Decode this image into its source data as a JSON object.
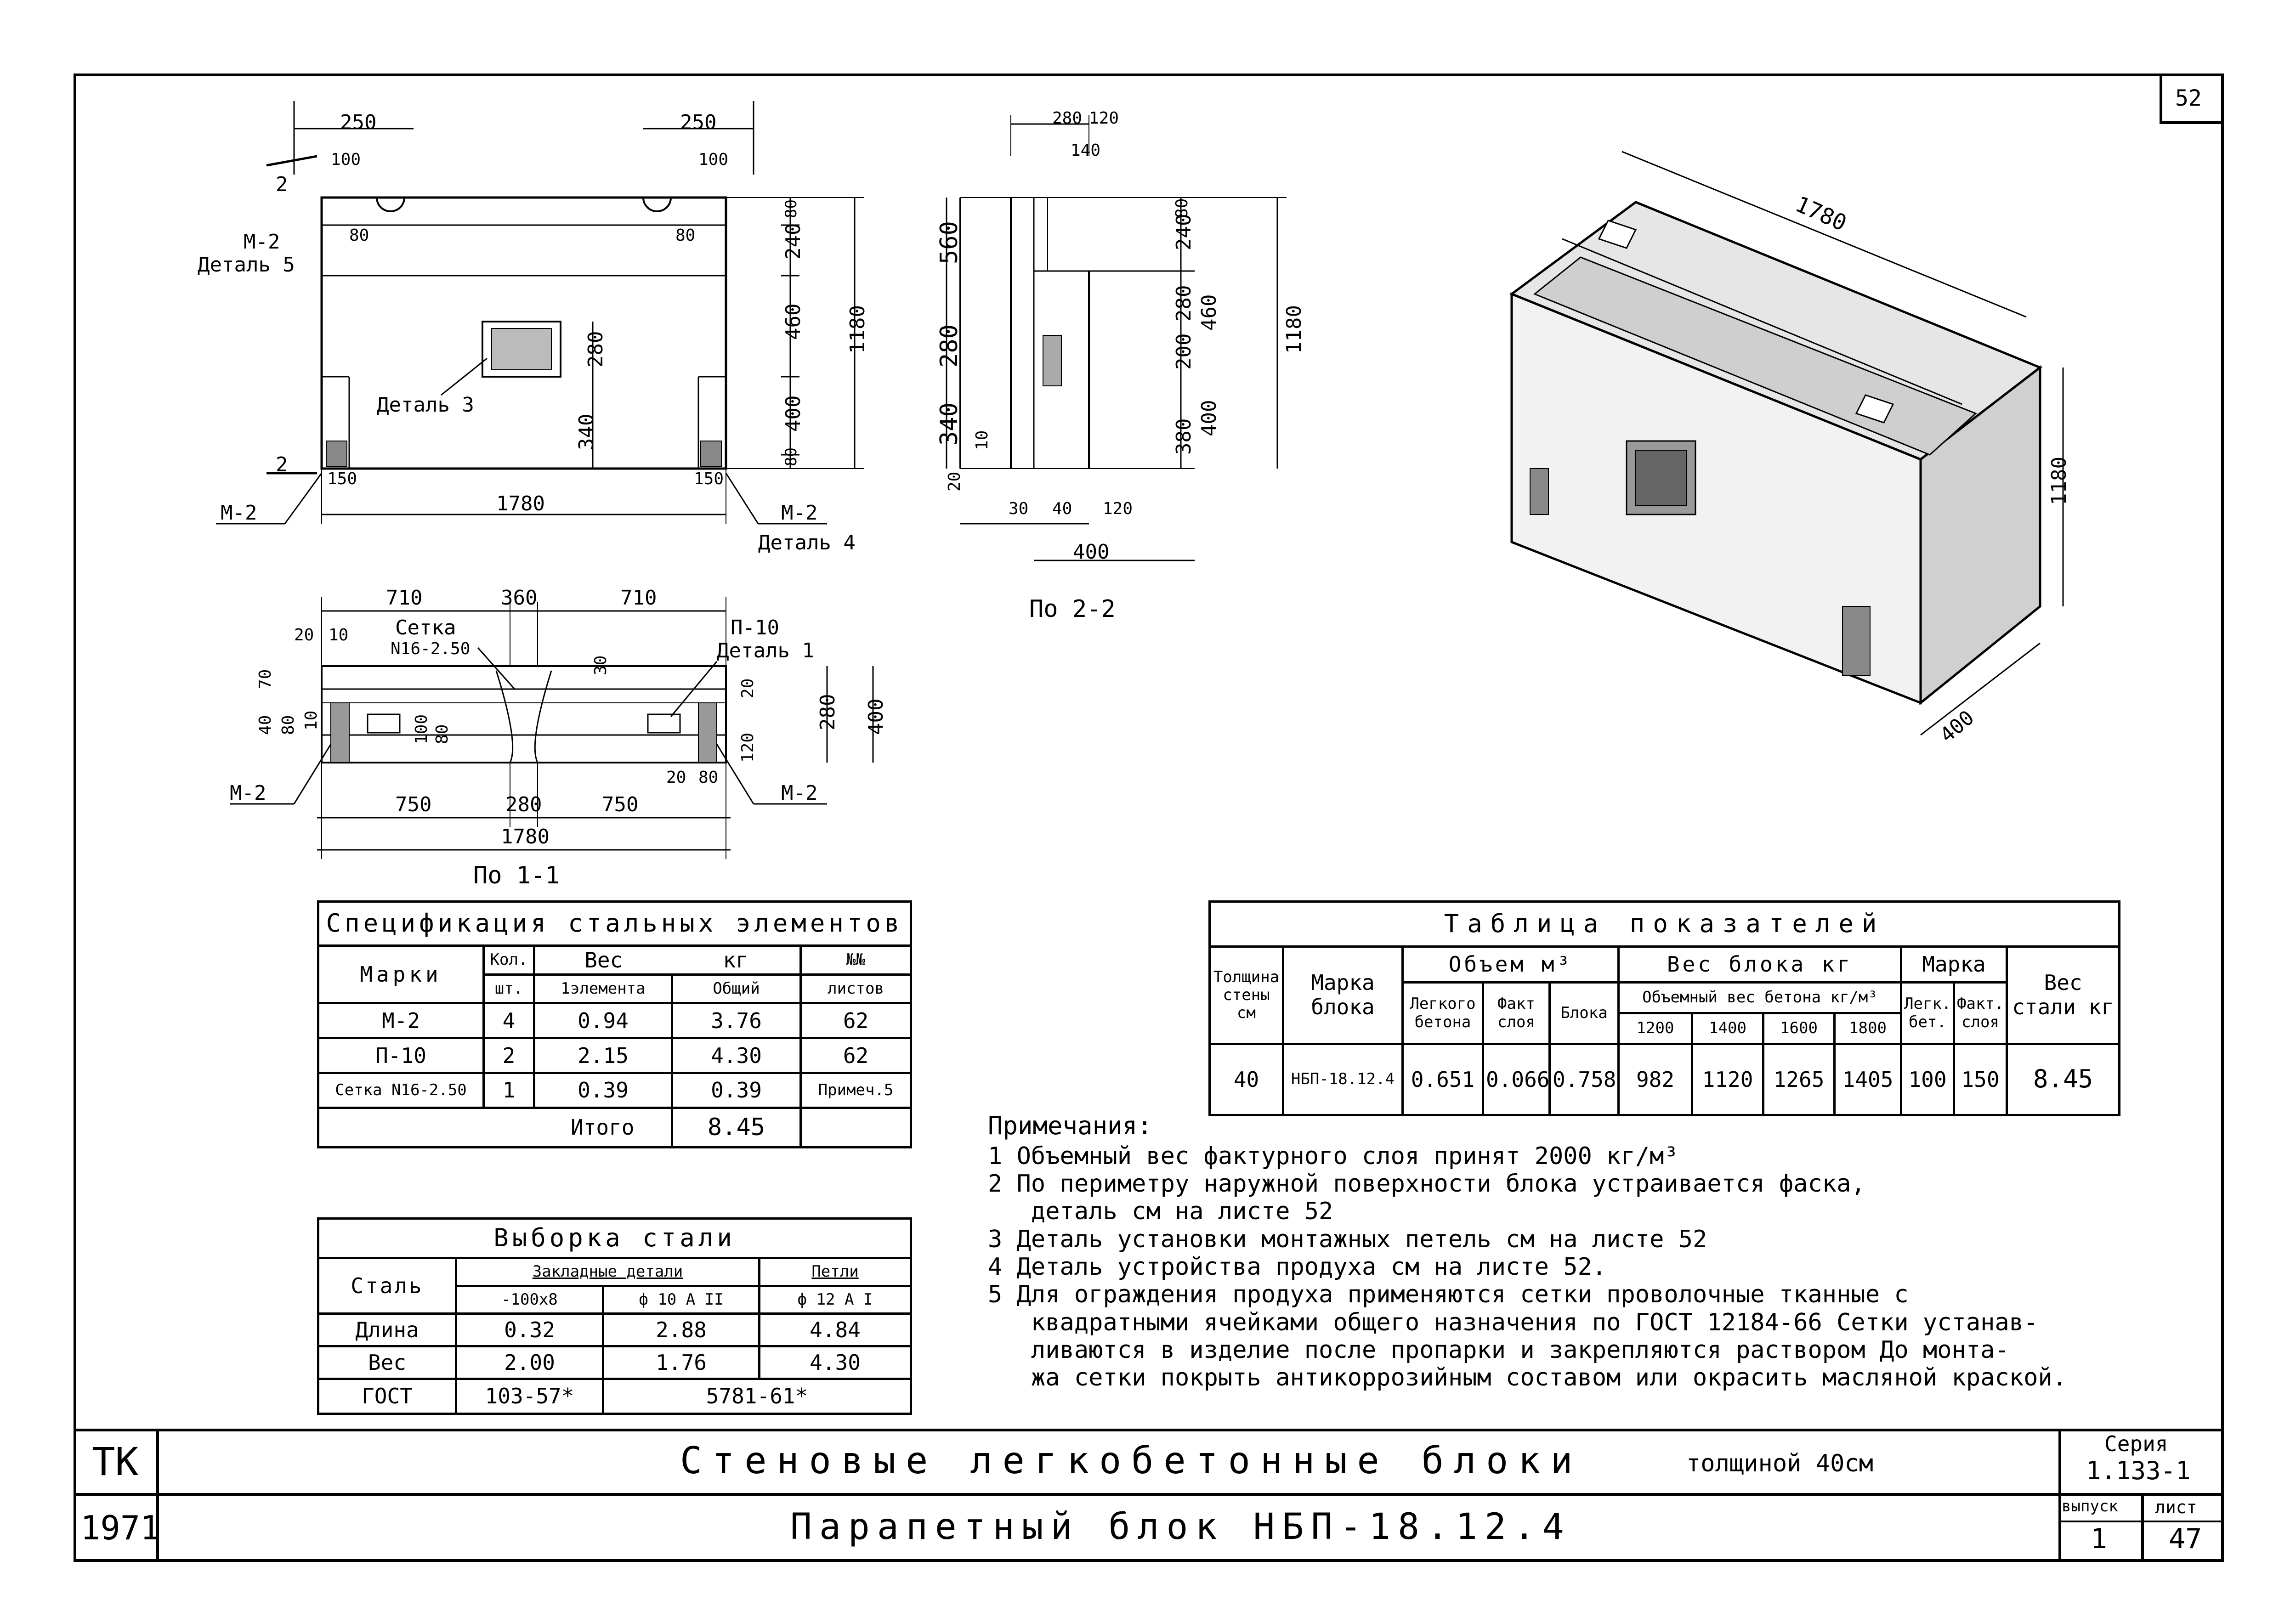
{
  "sheet": {
    "page_number": "52",
    "org": "ТК",
    "year": "1971",
    "title_main": "Стеновые легкобетонные блоки",
    "title_thickness": "толщиной 40см",
    "title_sub": "Парапетный блок НБП-18.12.4",
    "series_label": "Серия",
    "series_value": "1.133-1",
    "issue_label": "выпуск",
    "issue_value": "1",
    "sheet_label": "лист",
    "sheet_value": "47"
  },
  "elevation": {
    "dims_top": [
      "250",
      "250",
      "100",
      "100"
    ],
    "dims_right": [
      "80",
      "240",
      "460",
      "1180",
      "400",
      "80"
    ],
    "dim_280": "280",
    "dim_340": "340",
    "dim_80_left": "80",
    "dim_80_right": "80",
    "dim_150_left": "150",
    "dim_150_right": "150",
    "dim_bottom": "1780",
    "label_m2_top": "М-2",
    "label_detail5": "Деталь 5",
    "label_detail3": "Деталь 3",
    "label_m2_bottom_left": "М-2",
    "label_m2_bottom_right": "М-2",
    "label_detail4": "Деталь 4",
    "section_mark": "2"
  },
  "section22": {
    "dims_top": [
      "280",
      "120",
      "140"
    ],
    "dims_left": [
      "560",
      "280",
      "340",
      "10",
      "20"
    ],
    "dims_right": [
      "240",
      "80",
      "280",
      "460",
      "1180",
      "200",
      "380",
      "400"
    ],
    "dims_bottom": [
      "30",
      "40",
      "120",
      "400"
    ],
    "caption": "По 2-2"
  },
  "plan11": {
    "dims_top": [
      "710",
      "360",
      "710"
    ],
    "dims_left": [
      "20",
      "10",
      "40",
      "80",
      "70",
      "10"
    ],
    "dims_right": [
      "30",
      "280",
      "400",
      "20",
      "120"
    ],
    "dims_mid": [
      "100",
      "80"
    ],
    "dims_bottom": [
      "750",
      "280",
      "750",
      "1780",
      "20",
      "80"
    ],
    "label_grid": "Сетка",
    "label_grid_code": "N16-2.50",
    "label_p10": "П-10",
    "label_detail1": "Деталь 1",
    "label_m2_left": "М-2",
    "label_m2_right": "М-2",
    "caption": "По 1-1"
  },
  "iso": {
    "dim_length": "1780",
    "dim_height": "1180",
    "dim_depth": "400"
  },
  "spec": {
    "title": "Спецификация стальных элементов",
    "col_marks": "Марки",
    "col_qty": "Кол.",
    "col_qty_unit": "шт.",
    "col_weight": "Вес",
    "col_weight_unit": "кг",
    "col_one": "1элемента",
    "col_total": "Общий",
    "col_sheets": "№№",
    "col_sheets2": "листов",
    "rows": [
      {
        "mark": "М-2",
        "qty": "4",
        "one": "0.94",
        "total": "3.76",
        "sheet": "62"
      },
      {
        "mark": "П-10",
        "qty": "2",
        "one": "2.15",
        "total": "4.30",
        "sheet": "62"
      },
      {
        "mark": "Сетка N16-2.50",
        "qty": "1",
        "one": "0.39",
        "total": "0.39",
        "sheet": "Примеч.5"
      }
    ],
    "total_label": "Итого",
    "total_value": "8.45"
  },
  "steel": {
    "title": "Выборка стали",
    "col_steel": "Сталь",
    "col_embedded": "Закладные детали",
    "col_loops": "Петли",
    "sub_1": "-100х8",
    "sub_2": "ф 10 А II",
    "sub_3": "ф 12 А I",
    "rows": [
      {
        "name": "Длина",
        "v1": "0.32",
        "v2": "2.88",
        "v3": "4.84"
      },
      {
        "name": "Вес",
        "v1": "2.00",
        "v2": "1.76",
        "v3": "4.30"
      }
    ],
    "gost_label": "ГОСТ",
    "gost_1": "103-57*",
    "gost_2": "5781-61*"
  },
  "indicators": {
    "title": "Таблица показателей",
    "col_wall": "Толщина стены см",
    "col_mark": "Марка блока",
    "col_volume": "Объем м³",
    "col_vol_light": "Легкого бетона",
    "col_vol_fact": "Факт слоя",
    "col_vol_block": "Блока",
    "col_weight": "Вес блока кг",
    "col_weight_sub": "Объемный вес бетона кг/м³",
    "densities": [
      "1200",
      "1400",
      "1600",
      "1800"
    ],
    "col_grade": "Марка",
    "col_grade_light": "Легк. бет.",
    "col_grade_fact": "Факт. слоя",
    "col_steel": "Вес стали кг",
    "row": {
      "wall": "40",
      "mark": "НБП-18.12.4",
      "vol_light": "0.651",
      "vol_fact": "0.066",
      "vol_block": "0.758",
      "w1200": "982",
      "w1400": "1120",
      "w1600": "1265",
      "w1800": "1405",
      "grade_light": "100",
      "grade_fact": "150",
      "steel": "8.45"
    }
  },
  "notes": {
    "heading": "Примечания:",
    "items": [
      "1 Объемный вес фактурного слоя принят 2000 кг/м³",
      "2 По периметру наружной поверхности блока устраивается фаска,",
      "   деталь см на листе 52",
      "3 Деталь установки монтажных петель см на листе 52",
      "4 Деталь устройства продуха см на листе 52.",
      "5 Для ограждения продуха применяются сетки проволочные тканные с",
      "   квадратными ячейками общего назначения по ГОСТ 12184-66 Сетки устанав-",
      "   ливаются в изделие после пропарки и закрепляются раствором До монта-",
      "   жа сетки покрыть антикоррозийным составом или окрасить масляной краской."
    ]
  }
}
